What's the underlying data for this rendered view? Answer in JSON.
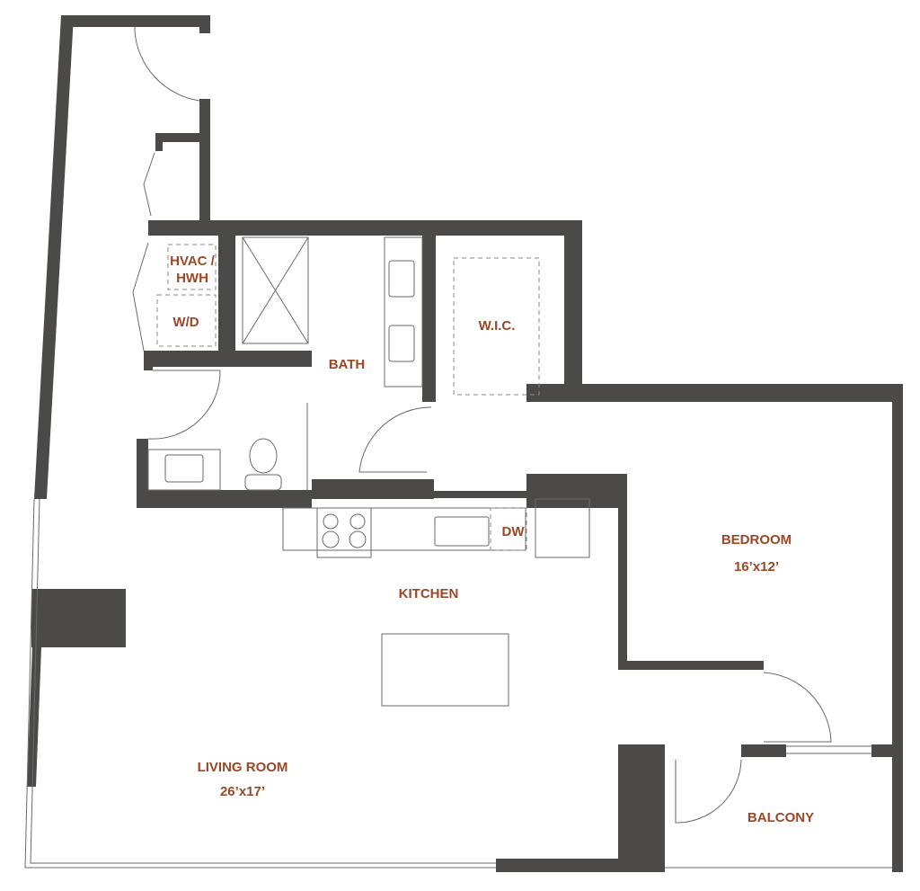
{
  "plan": {
    "rooms": {
      "hvac": [
        "HVAC /",
        "HWH"
      ],
      "wd": "W/D",
      "bath": "BATH",
      "wic": "W.I.C.",
      "dw": "DW",
      "kitchen": "KITCHEN",
      "bedroom": {
        "name": "BEDROOM",
        "size": "16’x12’"
      },
      "living": {
        "name": "LIVING ROOM",
        "size": "26’x17’"
      },
      "balcony": "BALCONY"
    },
    "colors": {
      "wall": "#4b4a48",
      "label": "#9a4726"
    }
  }
}
